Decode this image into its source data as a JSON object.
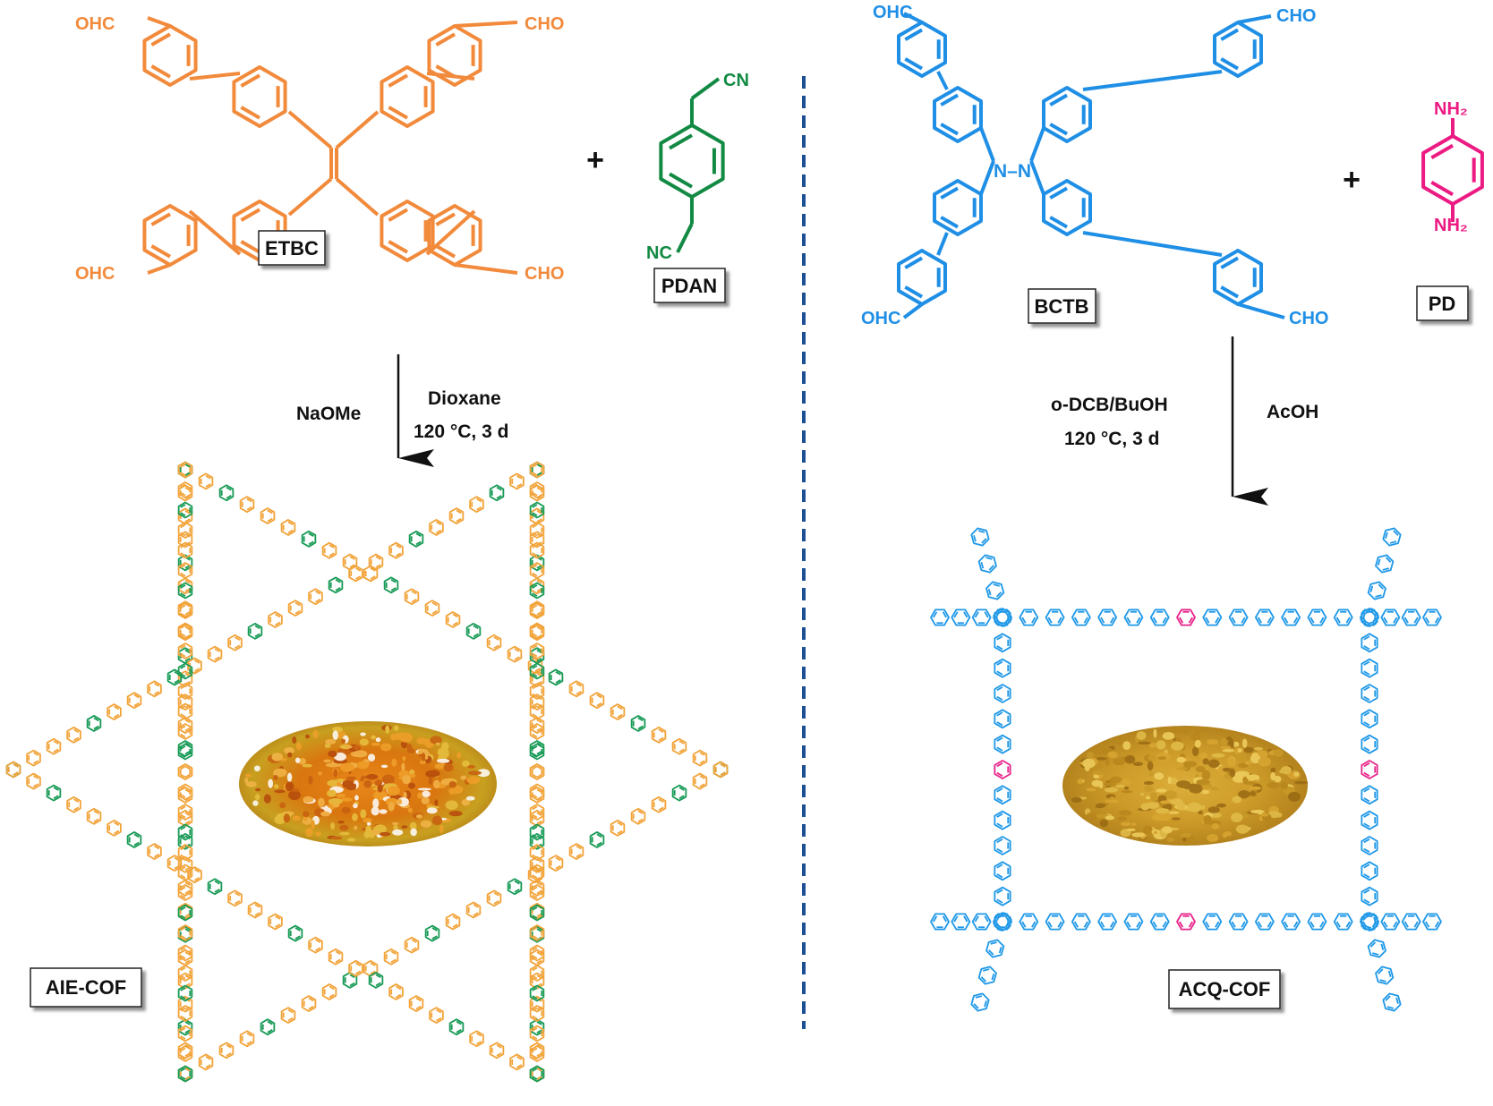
{
  "colors": {
    "etbc": "#f28a3c",
    "pdan": "#128a43",
    "bctb": "#1f8fe6",
    "pd": "#ec1a83",
    "divider": "#1c4f93",
    "aie_cof": "#f2a338",
    "aie_link": "#179a55",
    "acq_cof": "#1f98e8",
    "acq_link": "#e8248a"
  },
  "left": {
    "monomer1": {
      "name": "ETBC",
      "groups": [
        "OHC",
        "CHO",
        "OHC",
        "CHO"
      ]
    },
    "plus": "+",
    "monomer2": {
      "name": "PDAN",
      "groups": [
        "CN",
        "NC"
      ]
    },
    "conditions": {
      "left": "NaOMe",
      "right_line1": "Dioxane",
      "right_line2": "120 °C, 3 d"
    },
    "product": {
      "name": "AIE-COF",
      "photo": "orange-yellow-powder"
    }
  },
  "right": {
    "monomer1": {
      "name": "BCTB",
      "groups": [
        "OHC",
        "CHO",
        "OHC",
        "CHO"
      ],
      "atom_label": "N–N"
    },
    "plus": "+",
    "monomer2": {
      "name": "PD",
      "groups": [
        "NH₂",
        "NH₂"
      ]
    },
    "conditions": {
      "left_line1": "o-DCB/BuOH",
      "left_line2": "120 °C, 3 d",
      "right": "AcOH"
    },
    "product": {
      "name": "ACQ-COF",
      "photo": "yellow-powder"
    }
  }
}
